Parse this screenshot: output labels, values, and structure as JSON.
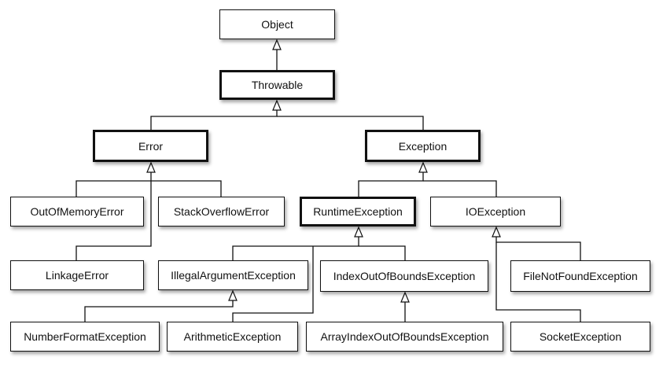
{
  "nodes": {
    "object": {
      "label": "Object",
      "emphasis": "normal"
    },
    "throwable": {
      "label": "Throwable",
      "emphasis": "bold"
    },
    "error": {
      "label": "Error",
      "emphasis": "bold"
    },
    "exception": {
      "label": "Exception",
      "emphasis": "bold"
    },
    "out_of_memory_error": {
      "label": "OutOfMemoryError",
      "emphasis": "normal"
    },
    "stack_overflow_error": {
      "label": "StackOverflowError",
      "emphasis": "normal"
    },
    "linkage_error": {
      "label": "LinkageError",
      "emphasis": "normal"
    },
    "runtime_exception": {
      "label": "RuntimeException",
      "emphasis": "bold"
    },
    "io_exception": {
      "label": "IOException",
      "emphasis": "normal"
    },
    "illegal_argument_exception": {
      "label": "IllegalArgumentException",
      "emphasis": "normal"
    },
    "index_out_of_bounds_exception": {
      "label": "IndexOutOfBoundsException",
      "emphasis": "normal"
    },
    "file_not_found_exception": {
      "label": "FileNotFoundException",
      "emphasis": "normal"
    },
    "number_format_exception": {
      "label": "NumberFormatException",
      "emphasis": "normal"
    },
    "arithmetic_exception": {
      "label": "ArithmeticException",
      "emphasis": "normal"
    },
    "array_index_out_of_bounds_exception": {
      "label": "ArrayIndexOutOfBoundsException",
      "emphasis": "normal"
    },
    "socket_exception": {
      "label": "SocketException",
      "emphasis": "normal"
    }
  },
  "edges": [
    {
      "from": "throwable",
      "to": "object",
      "type": "inheritance"
    },
    {
      "from": "error",
      "to": "throwable",
      "type": "inheritance"
    },
    {
      "from": "exception",
      "to": "throwable",
      "type": "inheritance"
    },
    {
      "from": "out_of_memory_error",
      "to": "error",
      "type": "inheritance"
    },
    {
      "from": "stack_overflow_error",
      "to": "error",
      "type": "inheritance"
    },
    {
      "from": "linkage_error",
      "to": "error",
      "type": "inheritance"
    },
    {
      "from": "runtime_exception",
      "to": "exception",
      "type": "inheritance"
    },
    {
      "from": "io_exception",
      "to": "exception",
      "type": "inheritance"
    },
    {
      "from": "illegal_argument_exception",
      "to": "runtime_exception",
      "type": "inheritance"
    },
    {
      "from": "index_out_of_bounds_exception",
      "to": "runtime_exception",
      "type": "inheritance"
    },
    {
      "from": "arithmetic_exception",
      "to": "runtime_exception",
      "type": "inheritance"
    },
    {
      "from": "number_format_exception",
      "to": "illegal_argument_exception",
      "type": "inheritance"
    },
    {
      "from": "array_index_out_of_bounds_exception",
      "to": "index_out_of_bounds_exception",
      "type": "inheritance"
    },
    {
      "from": "file_not_found_exception",
      "to": "io_exception",
      "type": "inheritance"
    },
    {
      "from": "socket_exception",
      "to": "io_exception",
      "type": "inheritance"
    }
  ]
}
